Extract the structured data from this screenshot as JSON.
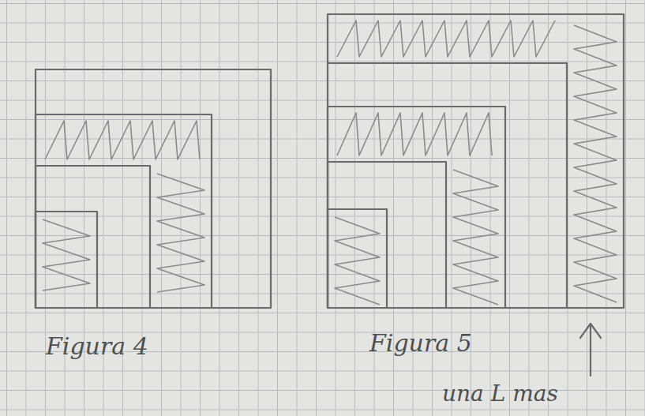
{
  "diagram": {
    "labels": [
      "Figura 4",
      "Figura 5",
      "una L mas"
    ]
  }
}
